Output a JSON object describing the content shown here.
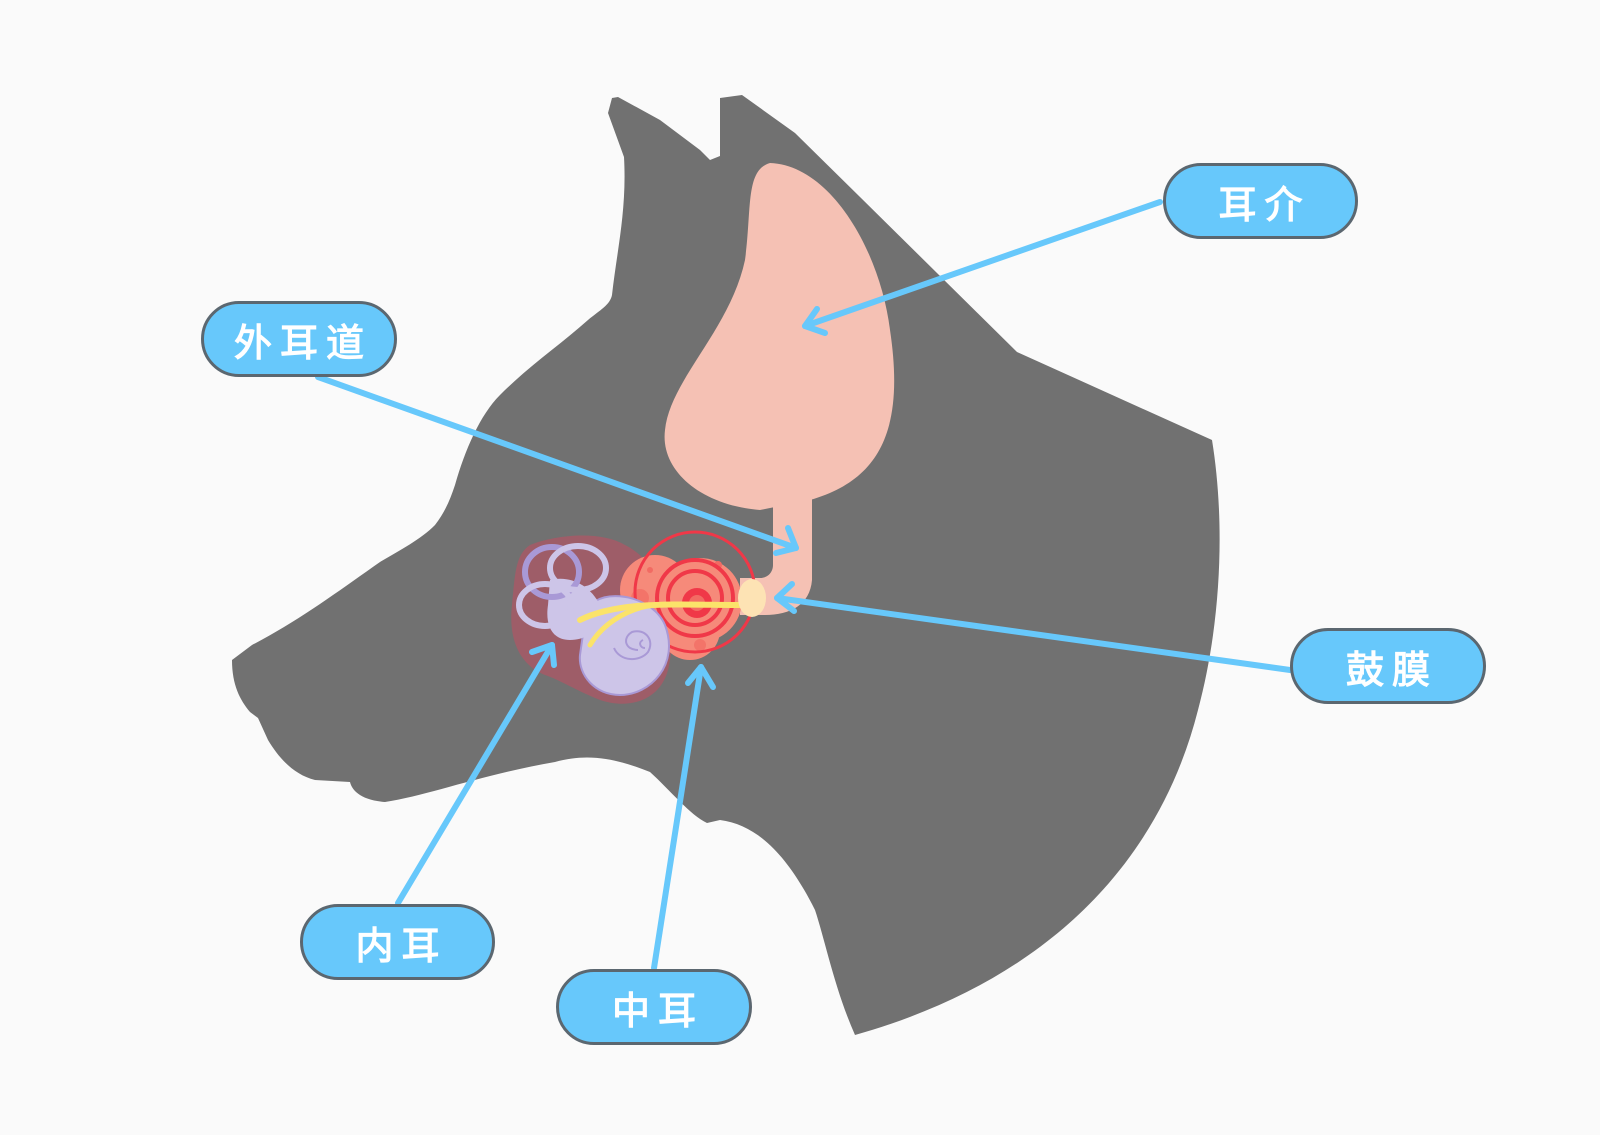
{
  "colors": {
    "background": "#fafafa",
    "dog_silhouette": "#717171",
    "pinna": "#f5c1b4",
    "label_fill": "#67c8fb",
    "label_border": "#5b6770",
    "label_text": "#ffffff",
    "arrow": "#67c8fb",
    "eardrum": "#fde3b4",
    "middle_ear": "#f68a7a",
    "middle_ear_ring": "#f03848",
    "inner_ear_base": "#9e5d68",
    "inner_ear": "#cdc5e8",
    "inner_ear_outline": "#a999d6",
    "nerve": "#fbe36a"
  },
  "labels": {
    "pinna": "耳介",
    "external_canal": "外耳道",
    "eardrum": "鼓膜",
    "inner_ear": "内耳",
    "middle_ear": "中耳"
  }
}
